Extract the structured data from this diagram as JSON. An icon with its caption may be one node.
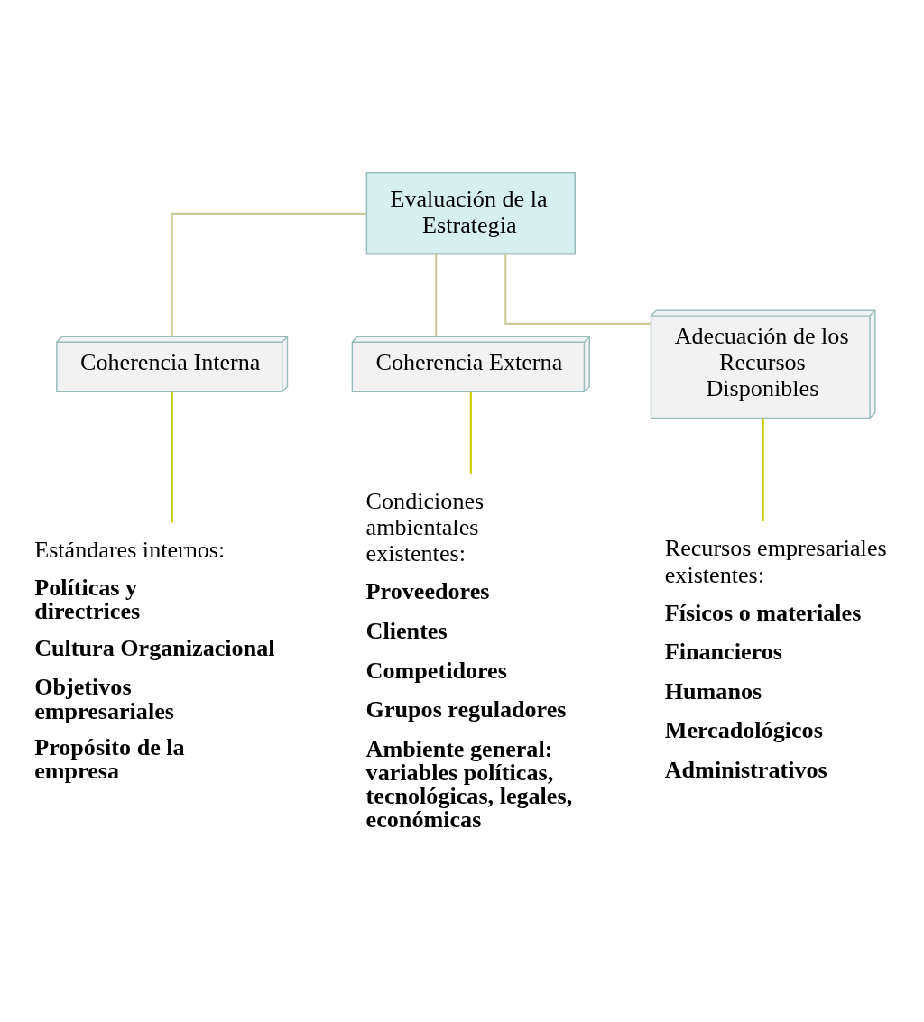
{
  "diagram": {
    "nodes": [
      {
        "text": [
          "Evaluación de la Estrategia"
        ]
      },
      {
        "text": [
          "Coherencia Interna"
        ]
      },
      {
        "text": [
          "Coherencia Externa"
        ]
      },
      {
        "text": [
          "Adecuación de los Recursos Disponibles"
        ]
      },
      {
        "text": [
          "Estándares internos:",
          "Políticas y directrices",
          "Cultura Organizacional",
          "Objetivos empresariales",
          "Propósito de la empresa"
        ]
      },
      {
        "text": [
          "Condiciones ambientales existentes:",
          "Proveedores",
          "Clientes",
          "Competidores",
          "Grupos reguladores",
          "Ambiente general: variables políticas, tecnológicas, legales, económicas"
        ]
      },
      {
        "text": [
          "Recursos empresariales existentes:",
          "Físicos o materiales",
          "Financieros",
          "Humanos",
          "Mercadológicos",
          "Administrativos"
        ]
      }
    ],
    "edges": [
      {
        "from": 0,
        "to": 1,
        "arrow": "none",
        "color": "#cccc99"
      },
      {
        "from": 0,
        "to": 2,
        "arrow": "none",
        "color": "#cccc99"
      },
      {
        "from": 0,
        "to": 3,
        "arrow": "none",
        "color": "#cccc99"
      },
      {
        "from": 1,
        "to": 4,
        "arrow": "none",
        "color": "#cccc00"
      },
      {
        "from": 2,
        "to": 5,
        "arrow": "none",
        "color": "#cccc00"
      },
      {
        "from": 3,
        "to": 6,
        "arrow": "none",
        "color": "#cccc00"
      }
    ]
  }
}
